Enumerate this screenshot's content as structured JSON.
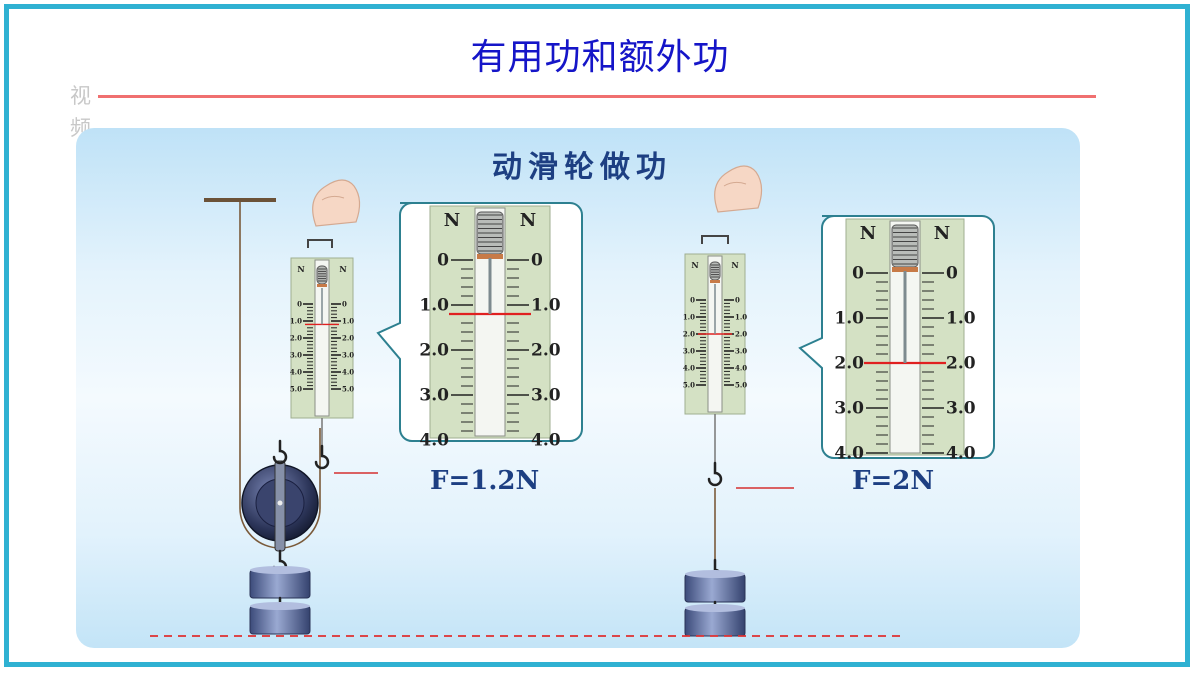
{
  "slide": {
    "title": "有用功和额外功",
    "side_label": "视频"
  },
  "panel": {
    "title": "动滑轮做功"
  },
  "left_setup": {
    "force_label": "F=1.2N",
    "reading_N": 1.2,
    "small_scale_ticks": [
      "0",
      "1.0",
      "2.0",
      "3.0",
      "4.0",
      "5.0"
    ],
    "zoom_ticks": [
      "0",
      "1.0",
      "2.0",
      "3.0",
      "4.0"
    ],
    "unit": "N"
  },
  "right_setup": {
    "force_label": "F=2N",
    "reading_N": 2.0,
    "small_scale_ticks": [
      "0",
      "1.0",
      "2.0",
      "3.0",
      "4.0",
      "5.0"
    ],
    "zoom_ticks": [
      "0",
      "1.0",
      "2.0",
      "3.0",
      "4.0"
    ],
    "unit": "N"
  },
  "colors": {
    "frame": "#2fb1d2",
    "title": "#1515c8",
    "rule": "#f07070",
    "panel_text": "#1d3f82",
    "reading_mark": "#e02020",
    "ground_line": "#e03030"
  }
}
